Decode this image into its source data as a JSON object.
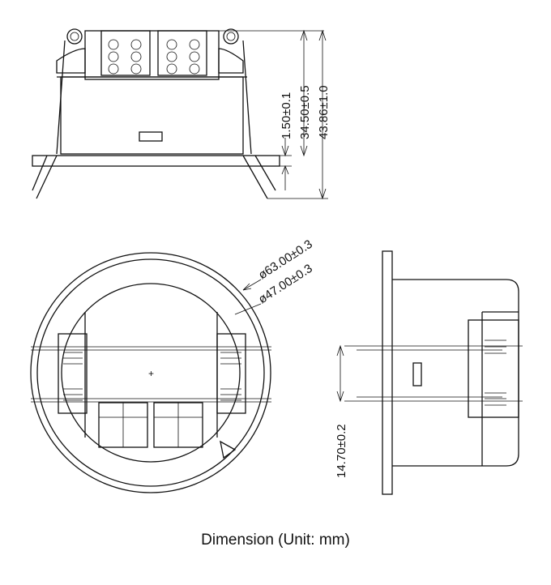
{
  "drawing": {
    "top_view": {
      "dimensions": [
        "1.50±0.1",
        "34.50±0.5",
        "43.86±1.0"
      ]
    },
    "front_view": {
      "dimensions": [
        "ø63.00±0.3",
        "ø47.00±0.3"
      ]
    },
    "side_view": {
      "dimensions": [
        "14.70±0.2"
      ]
    }
  },
  "caption": "Dimension (Unit: mm)"
}
